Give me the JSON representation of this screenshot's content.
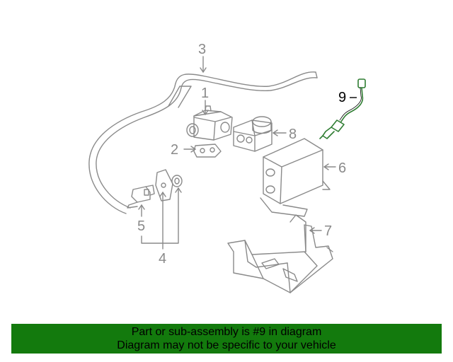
{
  "diagram": {
    "callouts": {
      "c1": "1",
      "c2": "2",
      "c3": "3",
      "c4": "4",
      "c5": "5",
      "c6": "6",
      "c7": "7",
      "c8": "8",
      "c9": "9"
    },
    "highlighted_part": "9"
  },
  "banner": {
    "line1": "Part or sub-assembly is #9 in diagram",
    "line2": "Diagram may not be specific to your vehicle",
    "background": "#137a0d"
  },
  "colors": {
    "line_art": "#8a8a8a",
    "highlight_sensor": "#2f7d32",
    "active_callout": "#000000"
  }
}
